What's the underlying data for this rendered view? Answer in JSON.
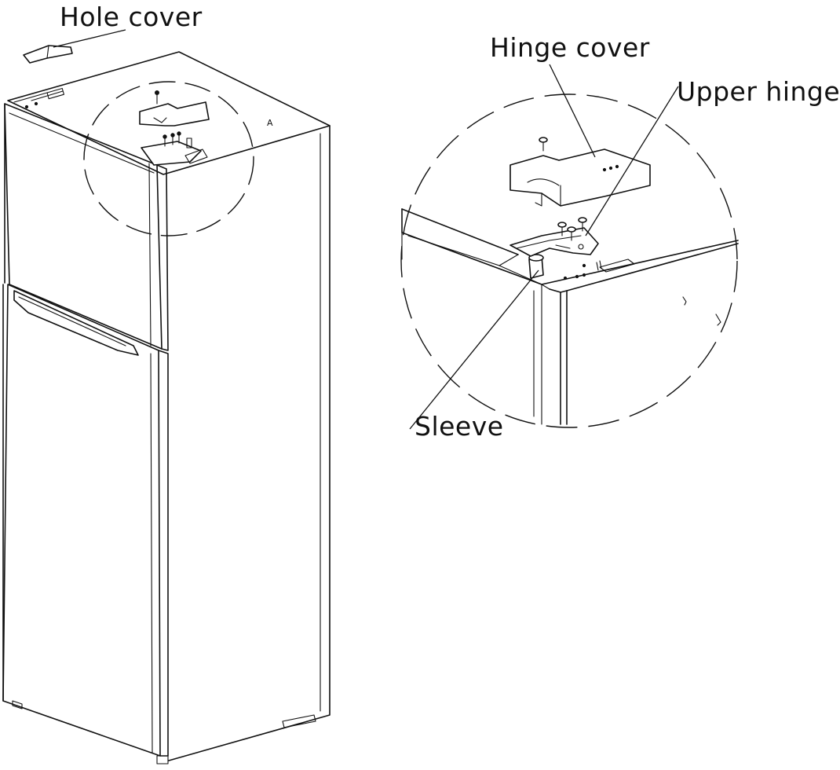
{
  "labels": {
    "hole_cover": "Hole cover",
    "hinge_cover": "Hinge cover",
    "upper_hinge": "Upper hinge",
    "sleeve": "Sleeve"
  },
  "marks": {
    "top_marker": "A"
  }
}
